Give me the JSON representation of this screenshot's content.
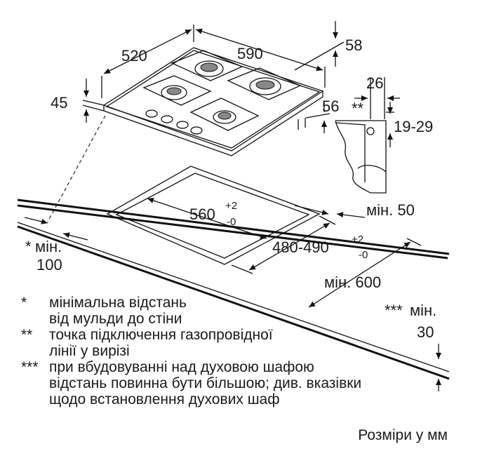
{
  "dimensions": {
    "depth": "520",
    "width": "590",
    "height": "45",
    "top_clearance": "58",
    "rear_offset": "56",
    "pipe_offset": "26",
    "pipe_range": "19-29",
    "pipe_mark": "**",
    "cutout_width": "560",
    "cutout_width_tol_plus": "+2",
    "cutout_width_tol_minus": "-0",
    "cutout_depth": "480-490",
    "cutout_depth_tol_plus": "+2",
    "cutout_depth_tol_minus": "-0",
    "min_rear": "мін. 50",
    "min_wall_mark": "*",
    "min_wall_label": "мін.",
    "min_wall_value": "100",
    "min_worktop": "мін. 600",
    "min_oven_mark": "***",
    "min_oven_label": "мін.",
    "min_oven_value": "30"
  },
  "legend": [
    {
      "mark": "*",
      "lines": [
        "мінімальна відстань",
        "від мульди до стіни"
      ]
    },
    {
      "mark": "**",
      "lines": [
        "точка підключення газопровідної",
        "лінії у вирізі"
      ]
    },
    {
      "mark": "***",
      "lines": [
        "при вбудовуванні над духовою шафою",
        "відстань повинна бути більшою; див. вказівки",
        "щодо встановлення духових шаф"
      ]
    }
  ],
  "units_note": "Розміри у мм"
}
